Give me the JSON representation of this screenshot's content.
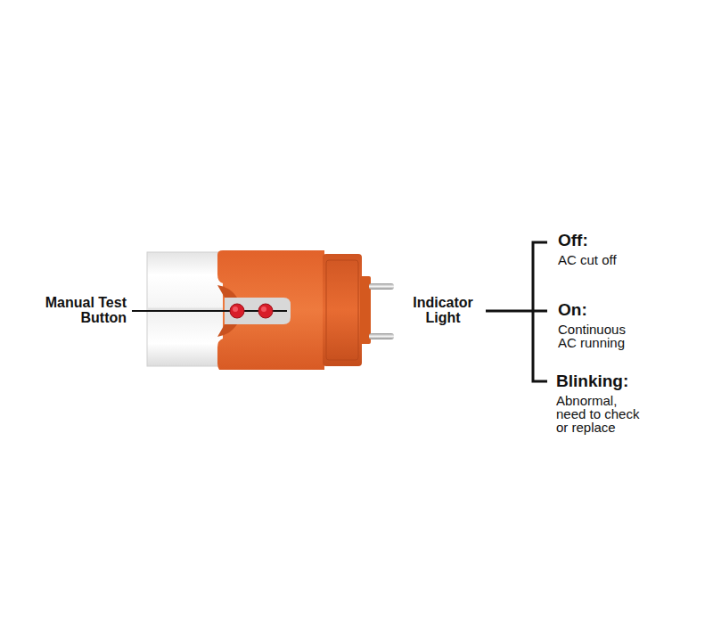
{
  "diagram": {
    "labels": [
      "Manual Test Button",
      "Indicator Light",
      "Off:",
      "AC cut off",
      "On:",
      "Continuous AC running",
      "Blinking:",
      "Abnormal, need to check or replace"
    ]
  }
}
